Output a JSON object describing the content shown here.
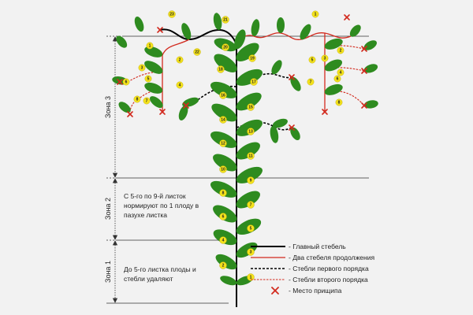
{
  "zones": [
    {
      "title": "Зона 3"
    },
    {
      "title": "Зона 2",
      "note": "С 5-го по 9-й листок нормируют по 1 плоду в пазухе листка"
    },
    {
      "title": "Зона 1",
      "note": "До 5-го листка плоды и стебли удаляют"
    }
  ],
  "legend": [
    {
      "style": "solid-black",
      "label": "- Главный стебель"
    },
    {
      "style": "solid-red",
      "label": "- Два стебеля продолжения"
    },
    {
      "style": "dashed-black",
      "label": "- Стебли первого порядка"
    },
    {
      "style": "dashed-red",
      "label": "- Стебли второго порядка"
    },
    {
      "style": "cross-red",
      "label": "- Место прищипа"
    }
  ],
  "leaf_numbers": [
    "1",
    "2",
    "3",
    "4",
    "5",
    "6",
    "7",
    "8",
    "9",
    "10",
    "11",
    "12",
    "13",
    "14",
    "15",
    "16",
    "17",
    "18",
    "19",
    "20",
    "21",
    "22",
    "23"
  ],
  "branch_leaf_numbers": [
    "1",
    "2",
    "3",
    "4",
    "5",
    "6",
    "7",
    "8"
  ],
  "colors": {
    "leaf": "#2e8b1f",
    "bud": "#f4e21b",
    "main": "#000000",
    "red": "#d22a1e",
    "bg": "#f2f2f2"
  }
}
